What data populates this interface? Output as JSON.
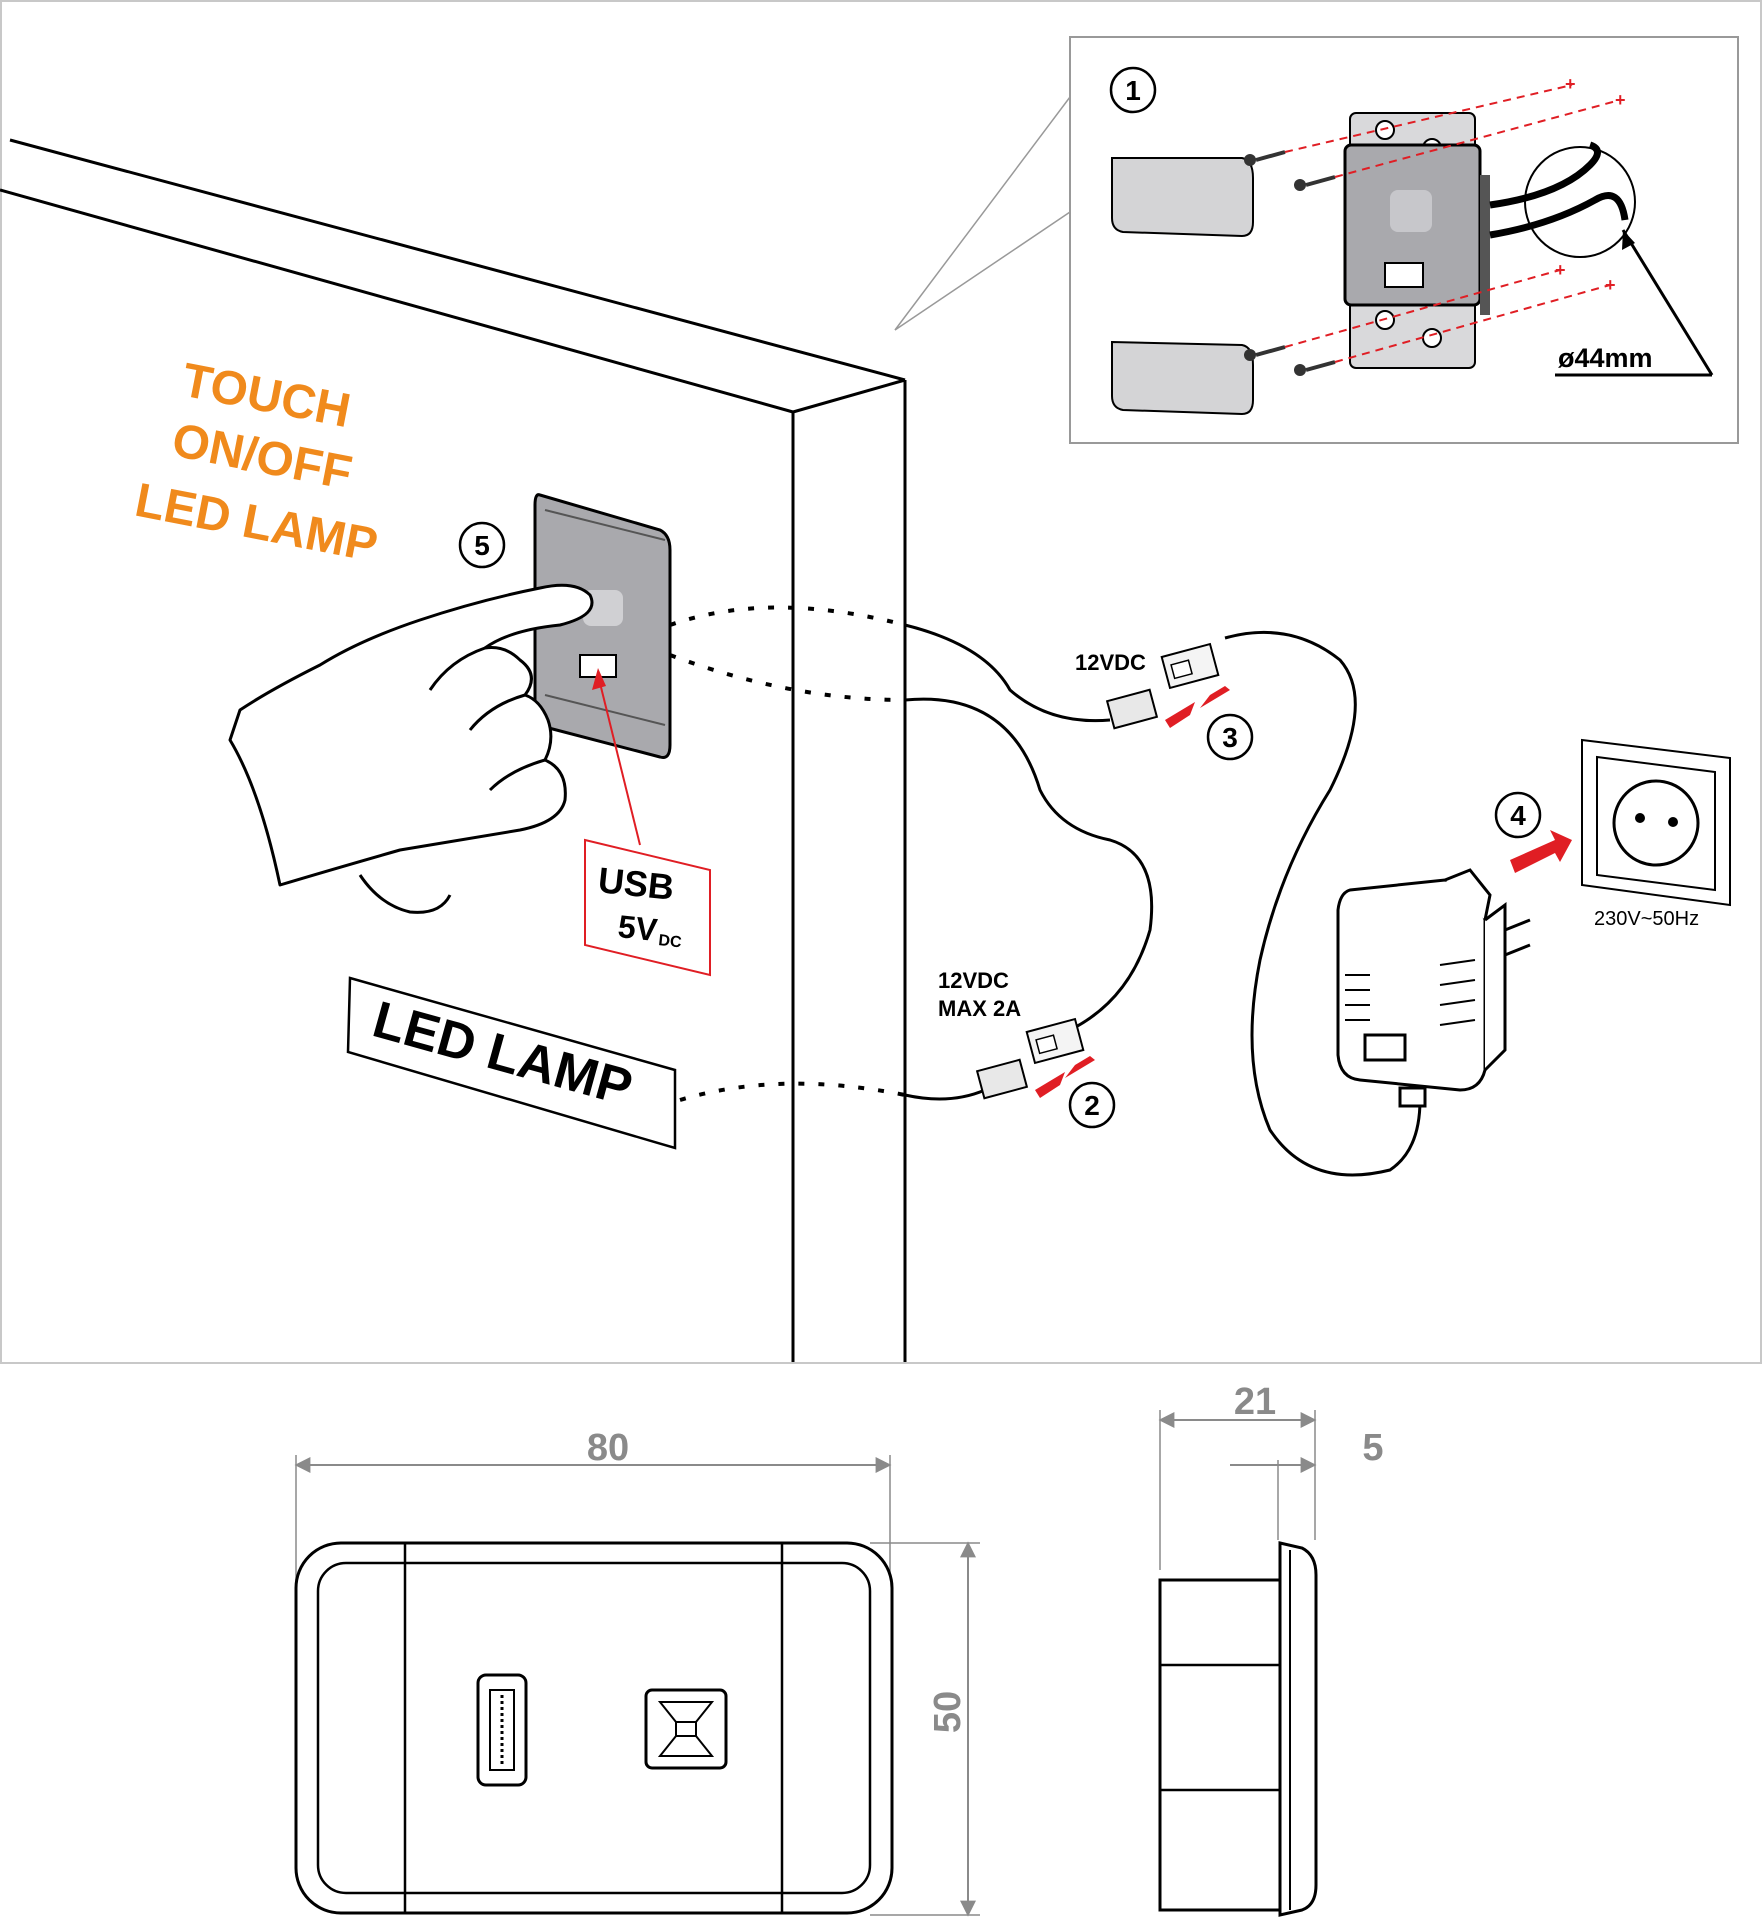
{
  "title_lines": [
    "TOUCH",
    "ON/OFF",
    "LED LAMP"
  ],
  "led_lamp_label": "LED LAMP",
  "usb_label": "USB",
  "usb_voltage": "5V",
  "usb_voltage_sub": "DC",
  "steps": [
    "1",
    "2",
    "3",
    "4",
    "5"
  ],
  "conn_top_label": "12VDC",
  "conn_bottom_label_1": "12VDC",
  "conn_bottom_label_2": "MAX 2A",
  "socket_label": "230V~50Hz",
  "hole_diameter": "ø44mm",
  "dimensions": {
    "width": "80",
    "height": "50",
    "depth": "21",
    "plate": "5"
  },
  "colors": {
    "accent": "#f08a1c",
    "red": "#e01e24",
    "dim": "#8a8a8a",
    "module": "#a9a9ad"
  }
}
